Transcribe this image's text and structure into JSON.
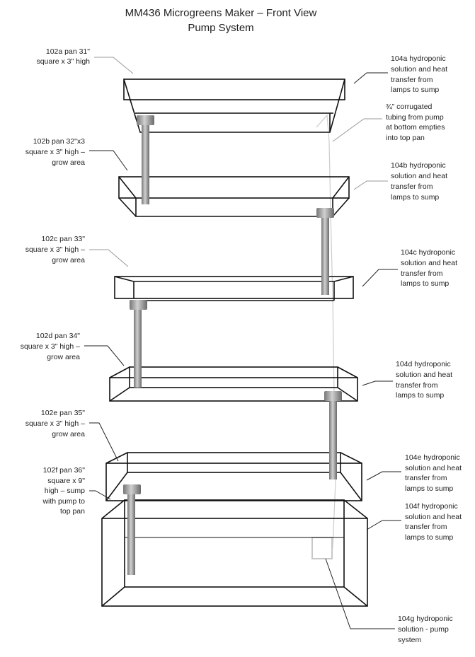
{
  "title": {
    "line1": "MM436 Microgreens Maker – Front View",
    "line2": "Pump System"
  },
  "left_labels": [
    {
      "id": "102a",
      "lines": [
        "102a pan 31\"",
        "square x 3\" high"
      ]
    },
    {
      "id": "102b",
      "lines": [
        "102b pan 32\"x3",
        "square  x 3\" high –",
        "grow area"
      ]
    },
    {
      "id": "102c",
      "lines": [
        "102c pan 33\"",
        "square x 3\" high –",
        "grow area"
      ]
    },
    {
      "id": "102d",
      "lines": [
        "102d pan 34\"",
        "square x 3\" high –",
        "grow area"
      ]
    },
    {
      "id": "102e",
      "lines": [
        "102e pan 35\"",
        "square x 3\" high –",
        "grow area"
      ]
    },
    {
      "id": "102f",
      "lines": [
        "102f pan 36\"",
        "square x 9\"",
        "high – sump",
        "with pump to",
        "top pan"
      ]
    }
  ],
  "right_labels": [
    {
      "id": "104a",
      "lines": [
        "104a hydroponic",
        "solution and heat",
        "transfer from",
        "lamps to sump"
      ]
    },
    {
      "id": "tubing",
      "lines": [
        "¾” corrugated",
        "tubing from pump",
        "at bottom empties",
        "into top pan"
      ]
    },
    {
      "id": "104b",
      "lines": [
        "104b hydroponic",
        "solution and heat",
        "transfer from",
        "lamps to sump"
      ]
    },
    {
      "id": "104c",
      "lines": [
        "104c hydroponic",
        "solution and heat",
        "transfer from",
        "lamps to sump"
      ]
    },
    {
      "id": "104d",
      "lines": [
        "104d hydroponic",
        "solution and heat",
        "transfer from",
        "lamps to sump"
      ]
    },
    {
      "id": "104e",
      "lines": [
        "104e hydroponic",
        "solution and heat",
        "transfer from",
        "lamps to sump"
      ]
    },
    {
      "id": "104f",
      "lines": [
        "104f hydroponic",
        "solution and heat",
        "transfer from",
        "lamps to sump"
      ]
    },
    {
      "id": "104g",
      "lines": [
        "104g hydroponic",
        "solution - pump",
        "system"
      ]
    }
  ]
}
